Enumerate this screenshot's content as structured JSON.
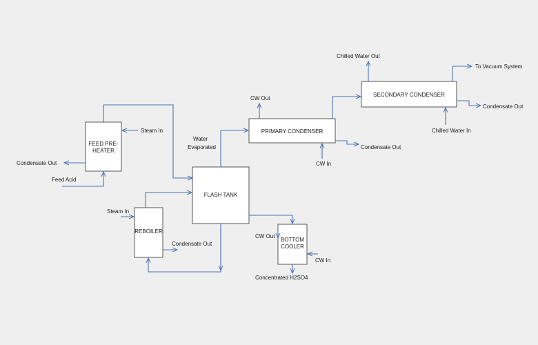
{
  "colors": {
    "background": "#efefef",
    "line": "#4a74b4",
    "box_border": "#555555",
    "text": "#1a1a1a"
  },
  "equipment": {
    "feed_preheater": {
      "line1": "FEED PRE-",
      "line2": "HEATER"
    },
    "reboiler": "REBOILER",
    "flash_tank": "FLASH TANK",
    "primary_condenser": "PRIMARY CONDENSER",
    "secondary_condenser": "SECONDARY CONDENSER",
    "bottom_cooler": {
      "line1": "BOTTOM",
      "line2": "COOLER"
    }
  },
  "streams": {
    "feed_acid": "Feed Acid",
    "preheater_steam_in": "Steam In",
    "preheater_condensate_out": "Condensate Out",
    "reboiler_steam_in": "Steam In",
    "reboiler_condensate_out": "Condensate Out",
    "water_evaporated": {
      "line1": "Water",
      "line2": "Evaporated"
    },
    "primary_cw_out": "CW Out",
    "primary_cw_in": "CW In",
    "primary_condensate_out": "Condensate Out",
    "chilled_water_out": "Chilled Water Out",
    "chilled_water_in": "Chilled Water In",
    "to_vacuum_system": "To Vacuum System",
    "secondary_condensate_out": "Condensate Out",
    "cooler_cw_out": "CW Out",
    "cooler_cw_in": "CW In",
    "concentrated_h2so4": "Concentrated H2SO4"
  }
}
